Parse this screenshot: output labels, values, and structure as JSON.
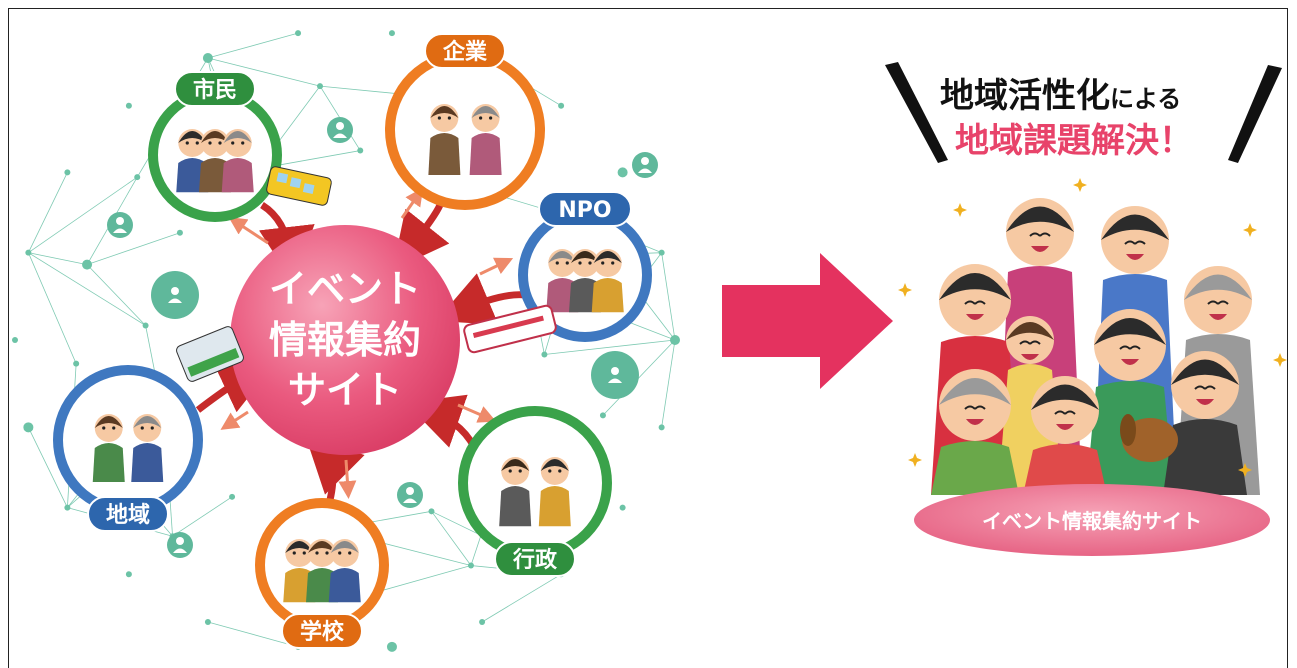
{
  "hub": {
    "line1": "イベント",
    "line2": "情報集約",
    "line3": "サイト",
    "color": "#e8436a"
  },
  "nodes": [
    {
      "key": "shimin",
      "label": "市民",
      "ring_color": "#3aa24a",
      "tag_color": "#2f8f3e"
    },
    {
      "key": "kigyo",
      "label": "企業",
      "ring_color": "#ef7d22",
      "tag_color": "#e06b12"
    },
    {
      "key": "npo",
      "label": "NPO",
      "ring_color": "#3f78c0",
      "tag_color": "#2d66ad"
    },
    {
      "key": "gyosei",
      "label": "行政",
      "ring_color": "#3aa24a",
      "tag_color": "#2f8f3e"
    },
    {
      "key": "gakko",
      "label": "学校",
      "ring_color": "#ef7d22",
      "tag_color": "#e06b12"
    },
    {
      "key": "chiiki",
      "label": "地域",
      "ring_color": "#3f78c0",
      "tag_color": "#2d66ad"
    }
  ],
  "headline": {
    "line1_main": "地域活性化",
    "line1_small": "による",
    "line2": "地域課題解決！",
    "line2_color": "#e8436a"
  },
  "base_label": "イベント情報集約サイト",
  "colors": {
    "arrow": "#e4325f",
    "network": "#4fb59a",
    "flow_arrow": "#c62a2a"
  }
}
